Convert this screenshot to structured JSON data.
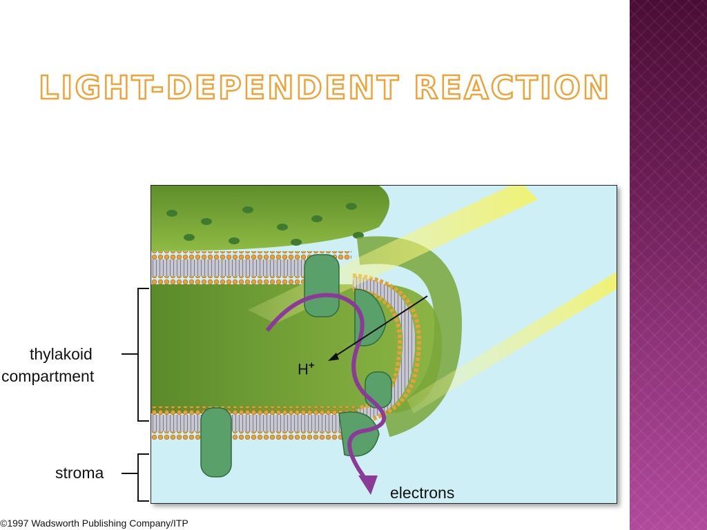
{
  "slide": {
    "title": "LIGHT-DEPENDENT REACTION"
  },
  "figure": {
    "labels": {
      "thylakoid_line1": "thylakoid",
      "thylakoid_line2": "compartment",
      "stroma": "stroma",
      "hplus_base": "H",
      "hplus_sup": "+",
      "electrons": "electrons"
    },
    "copyright": "©1997 Wadsworth Publishing Company/ITP"
  },
  "colors": {
    "title_outline": "#f0a236",
    "side_band": "#8e3379",
    "membrane_green": "#6e9c34",
    "electron_path": "#8b3a9a",
    "light_beam": "#f6f25a",
    "stroma_bg": "#cfeff6"
  }
}
